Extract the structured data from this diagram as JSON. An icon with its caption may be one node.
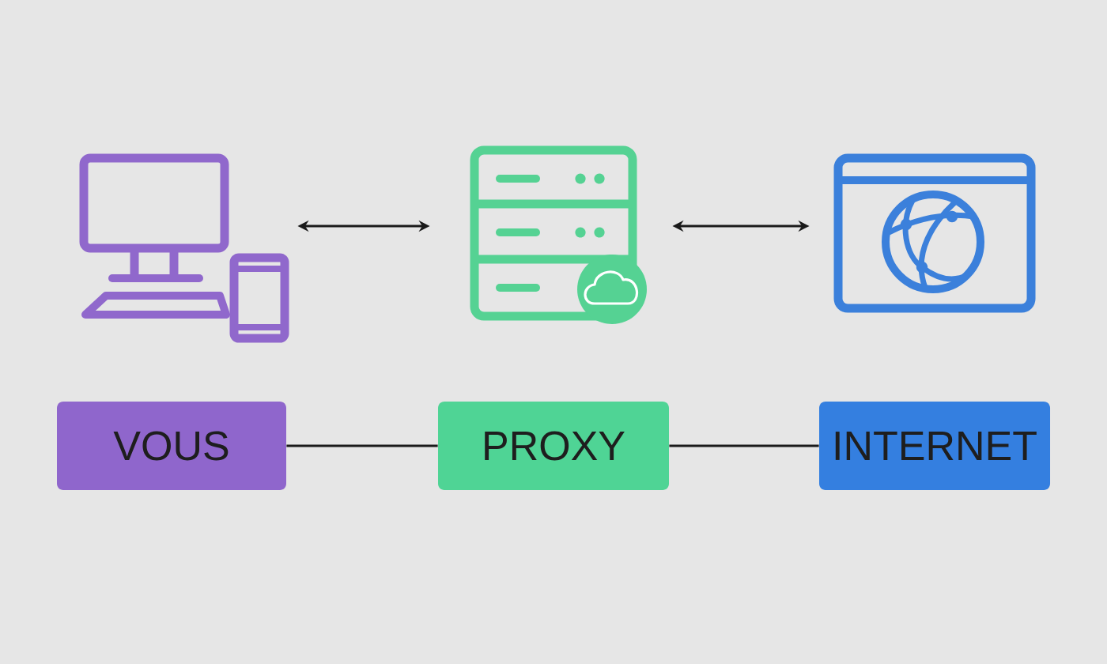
{
  "diagram": {
    "nodes": [
      {
        "text": [],
        "shape": "picture"
      },
      {
        "text": [],
        "shape": "picture"
      },
      {
        "text": [],
        "shape": "picture"
      },
      {
        "text": [
          "VOUS"
        ]
      },
      {
        "text": [
          "PROXY"
        ]
      },
      {
        "text": [
          "INTERNET"
        ]
      }
    ],
    "edges": [
      {
        "from": 0,
        "to": 1,
        "arrow": "both"
      },
      {
        "from": 1,
        "to": 2,
        "arrow": "both"
      },
      {
        "from": 3,
        "to": 4,
        "arrow": "none"
      },
      {
        "from": 4,
        "to": 5,
        "arrow": "none"
      }
    ]
  }
}
